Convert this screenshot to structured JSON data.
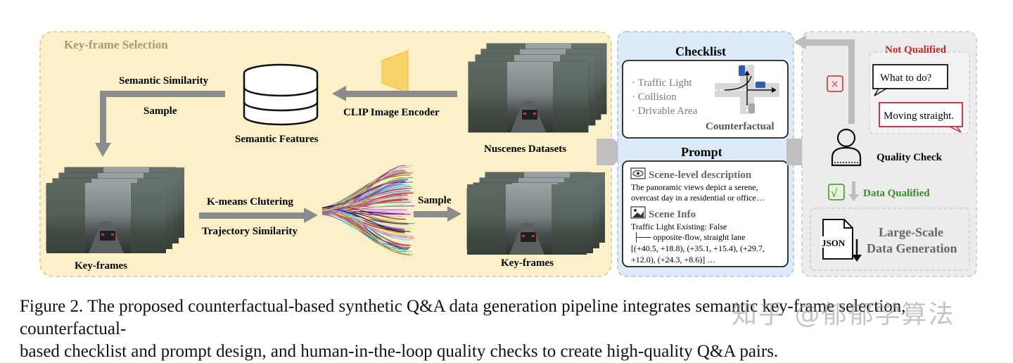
{
  "keyframe_panel": {
    "title": "Key-frame Selection",
    "semantic_similarity": "Semantic Similarity",
    "sample_top": "Sample",
    "semantic_features": "Semantic Features",
    "clip_encoder": "CLIP Image Encoder",
    "nuscenes": "Nuscenes Datasets",
    "kmeans": "K-means Clutering",
    "trajectory_similarity": "Trajectory Similarity",
    "sample_bottom": "Sample",
    "keyframes_left": "Key-frames",
    "keyframes_right": "Key-frames"
  },
  "checklist_panel": {
    "title": "Checklist",
    "items": [
      "· Traffic Light",
      "· Collision",
      "· Drivable Area"
    ],
    "counterfactual": "Counterfactual"
  },
  "prompt_panel": {
    "title": "Prompt",
    "scene_level_title": "Scene-level description",
    "scene_level_line1": "The panoramic views depict a serene,",
    "scene_level_line2": "overcast day in a residential or office…",
    "scene_info_title": "Scene Info",
    "info_line1": "Traffic Light Existing: False",
    "info_line2": "├── opposite-flow, straight lane",
    "info_line3": "[(+40.5, +18.8), (+35.1, +15.4), (+29.7,",
    "info_line4": "+12.0), (+24.3, +8.6)] …"
  },
  "quality_panel": {
    "not_qualified": "Not Qualified",
    "question": "What to do?",
    "answer": "Moving straight.",
    "quality_check": "Quality Check",
    "data_qualified": "Data Qualified",
    "check_mark": "√",
    "cross_mark": "×",
    "json_label": "JSON",
    "large_scale_line1": "Large-Scale",
    "large_scale_line2": "Data Generation"
  },
  "caption": {
    "line1": "Figure 2. The proposed counterfactual-based synthetic Q&A data generation pipeline integrates semantic key-frame selection, counterfactual-",
    "line2": "based checklist and prompt design, and human-in-the-loop quality checks to create high-quality Q&A pairs."
  },
  "watermark": "知乎 @郁郁学算法",
  "colors": {
    "keyframe_bg": "#fbf0c8",
    "prompt_bg": "#dcebf7",
    "quality_bg": "#ececec",
    "red": "#c62828",
    "green": "#3a8a2a",
    "arrow_gray": "#8c8c8c",
    "clip_yellow": "#f7d36a"
  }
}
